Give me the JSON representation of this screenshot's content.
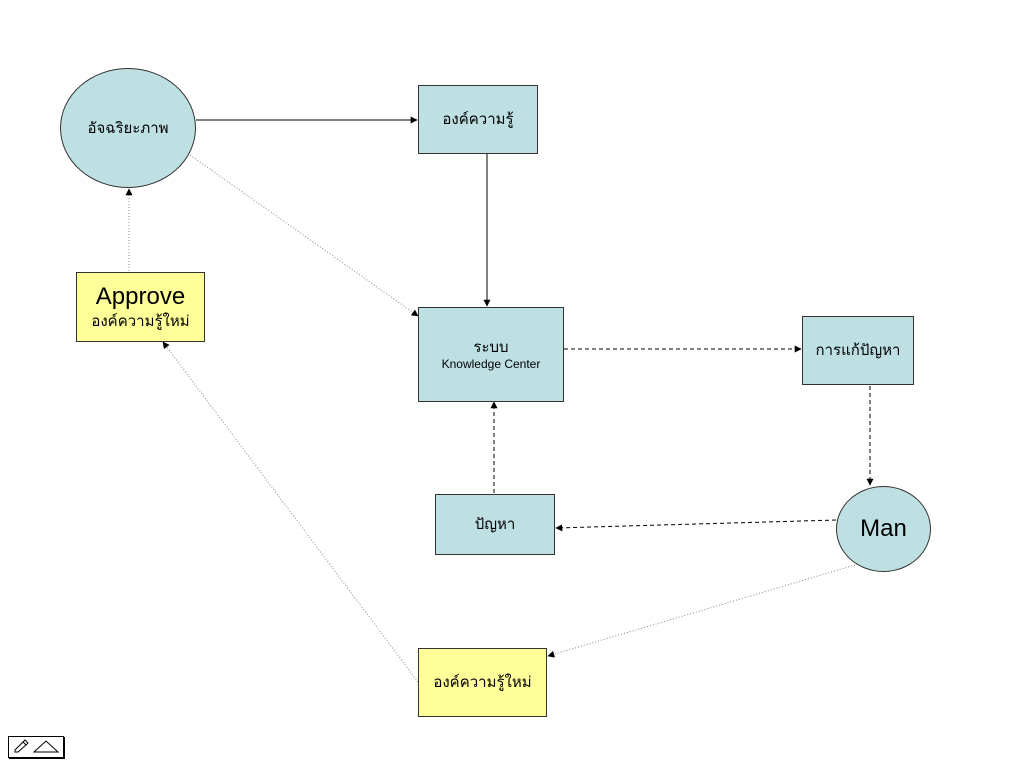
{
  "colors": {
    "node_fill": "#bee0e3",
    "note_fill": "#ffff99",
    "stroke": "#333333",
    "connector": "#000000",
    "faint_connector": "#888888"
  },
  "nodes": {
    "intelligence": "อัจฉริยะภาพ",
    "knowledge": "องค์ความรู้",
    "system_title": "ระบบ",
    "system_subtitle": "Knowledge Center",
    "solving": "การแก้ปัญหา",
    "problem": "ปัญหา",
    "man": "Man",
    "approve_title": "Approve",
    "approve_subtitle": "องค์ความรู้ใหม่",
    "new_knowledge": "องค์ความรู้ใหม่"
  },
  "connectors": [
    {
      "from": "intelligence",
      "to": "knowledge",
      "style": "solid"
    },
    {
      "from": "knowledge",
      "to": "system",
      "style": "solid"
    },
    {
      "from": "intelligence",
      "to": "system",
      "style": "dotted"
    },
    {
      "from": "system",
      "to": "solving",
      "style": "dashed"
    },
    {
      "from": "solving",
      "to": "man",
      "style": "dashed"
    },
    {
      "from": "man",
      "to": "problem",
      "style": "dashed"
    },
    {
      "from": "problem",
      "to": "system",
      "style": "dashed"
    },
    {
      "from": "man",
      "to": "new_knowledge",
      "style": "dotted"
    },
    {
      "from": "new_knowledge",
      "to": "approve",
      "style": "dotted"
    },
    {
      "from": "approve",
      "to": "intelligence",
      "style": "dotted"
    }
  ],
  "toolbar": {
    "nav_icons": [
      "pen-icon",
      "triangle-icon"
    ]
  }
}
